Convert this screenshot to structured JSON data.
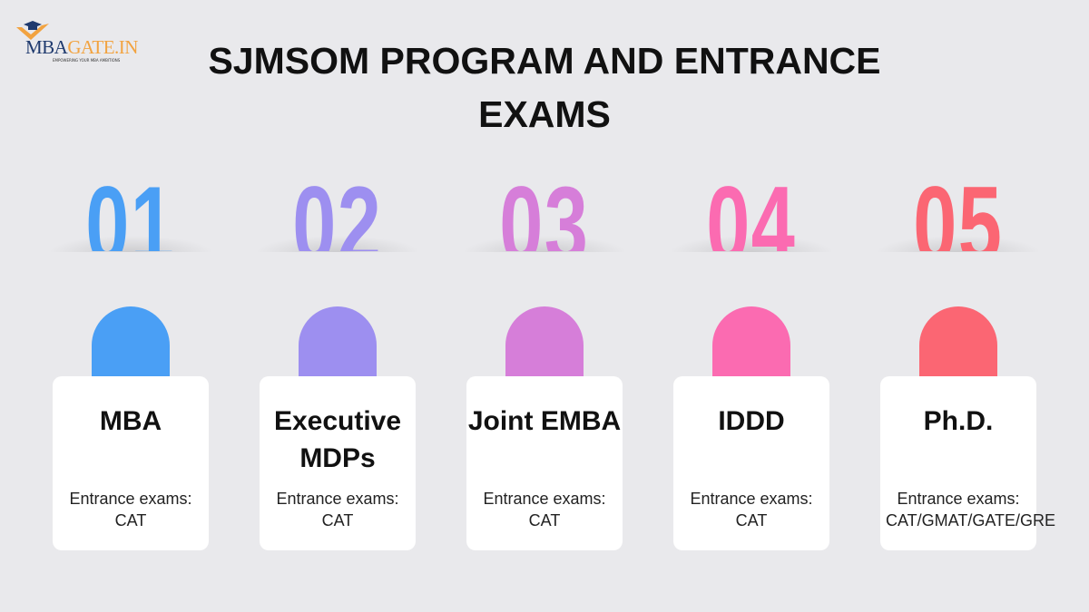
{
  "logo": {
    "text_main": "MBA",
    "text_accent": "GATE.IN",
    "tagline": "EMPOWERING YOUR MBA AMBITIONS"
  },
  "title": "SJMSOM PROGRAM AND ENTRANCE EXAMS",
  "programs": [
    {
      "number": "01",
      "name": "MBA",
      "exams": "Entrance exams: CAT",
      "color": "#4a9ff5"
    },
    {
      "number": "02",
      "name": "Executive MDPs",
      "exams": "Entrance exams: CAT",
      "color": "#9d8ff0"
    },
    {
      "number": "03",
      "name": "Joint EMBA",
      "exams": "Entrance exams: CAT",
      "color": "#d67ed9"
    },
    {
      "number": "04",
      "name": "IDDD",
      "exams": "Entrance exams: CAT",
      "color": "#fb6bb1"
    },
    {
      "number": "05",
      "name": "Ph.D.",
      "exams": "Entrance exams: CAT/GMAT/GATE/GRE",
      "color": "#fb6673"
    }
  ]
}
